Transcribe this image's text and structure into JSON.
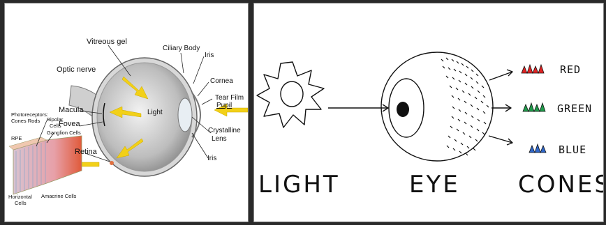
{
  "left": {
    "labels": {
      "vitreous_gel": "Vitreous gel",
      "ciliary_body": "Ciliary Body",
      "iris_top": "Iris",
      "optic_nerve": "Optic nerve",
      "cornea": "Cornea",
      "tear_film": "Tear Film",
      "pupil": "Pupil",
      "macula": "Macula",
      "light": "Light",
      "fovea": "Fovea",
      "crystalline": "Crystalline",
      "lens": "Lens",
      "photoreceptors": "Photoreceptors:",
      "cones_rods": "Cones Rods",
      "bipolar": "Bipolar",
      "cells_bipolar": "Cells",
      "rpe": "RPE",
      "ganglion": "Ganglion Cells",
      "retina": "Retina",
      "iris_bottom": "Iris",
      "horizontal": "Horizontal",
      "cells_horizontal": "Cells",
      "amacrine": "Amacrine Cells"
    }
  },
  "right": {
    "captions": {
      "light": "LIGHT",
      "eye": "EYE",
      "cones": "CONES"
    },
    "cones": [
      {
        "label": "RED",
        "color": "#e02424"
      },
      {
        "label": "GREEN",
        "color": "#1f9a4a"
      },
      {
        "label": "BLUE",
        "color": "#2f66c8"
      }
    ]
  }
}
